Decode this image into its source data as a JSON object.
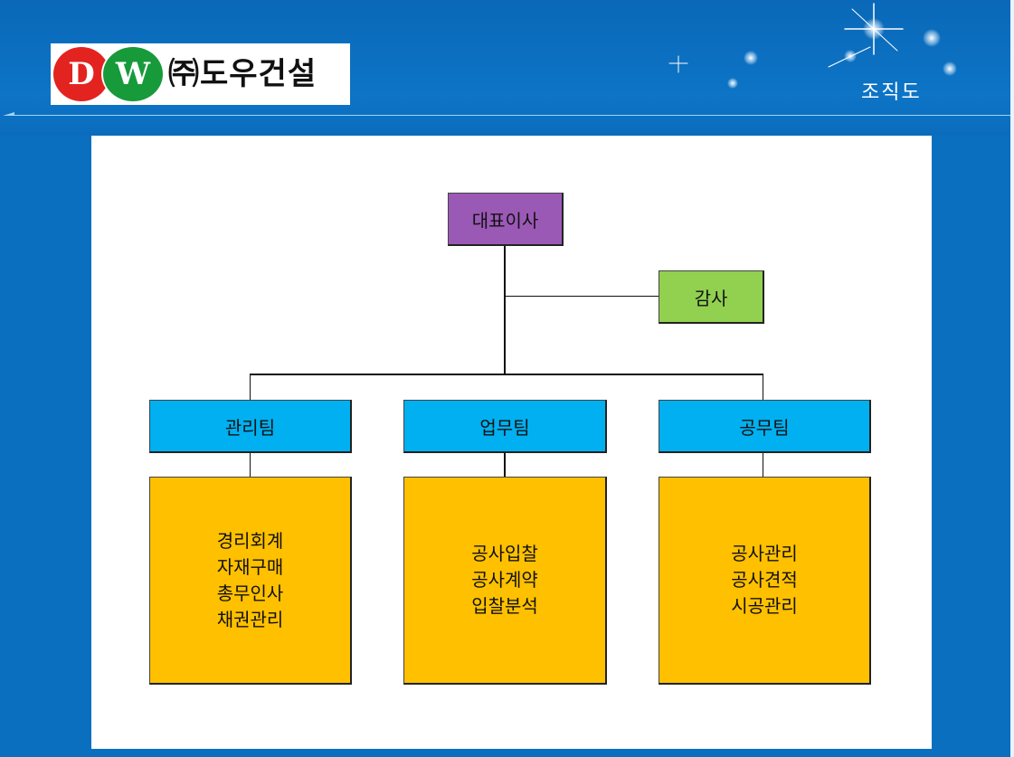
{
  "header": {
    "logo": {
      "letter_d": "D",
      "letter_w": "W",
      "company": "㈜도우건설"
    },
    "page_title": "조직도"
  },
  "colors": {
    "background": "#0b6fc0",
    "ceo": "#9b59b6",
    "audit": "#92d050",
    "team": "#00b0f0",
    "duty": "#ffc000"
  },
  "org": {
    "ceo": "대표이사",
    "audit": "감사",
    "teams": [
      {
        "name": "관리팀",
        "duties": [
          "경리회계",
          "자재구매",
          "총무인사",
          "채권관리"
        ]
      },
      {
        "name": "업무팀",
        "duties": [
          "공사입찰",
          "공사계약",
          "입찰분석"
        ]
      },
      {
        "name": "공무팀",
        "duties": [
          "공사관리",
          "공사견적",
          "시공관리"
        ]
      }
    ]
  }
}
